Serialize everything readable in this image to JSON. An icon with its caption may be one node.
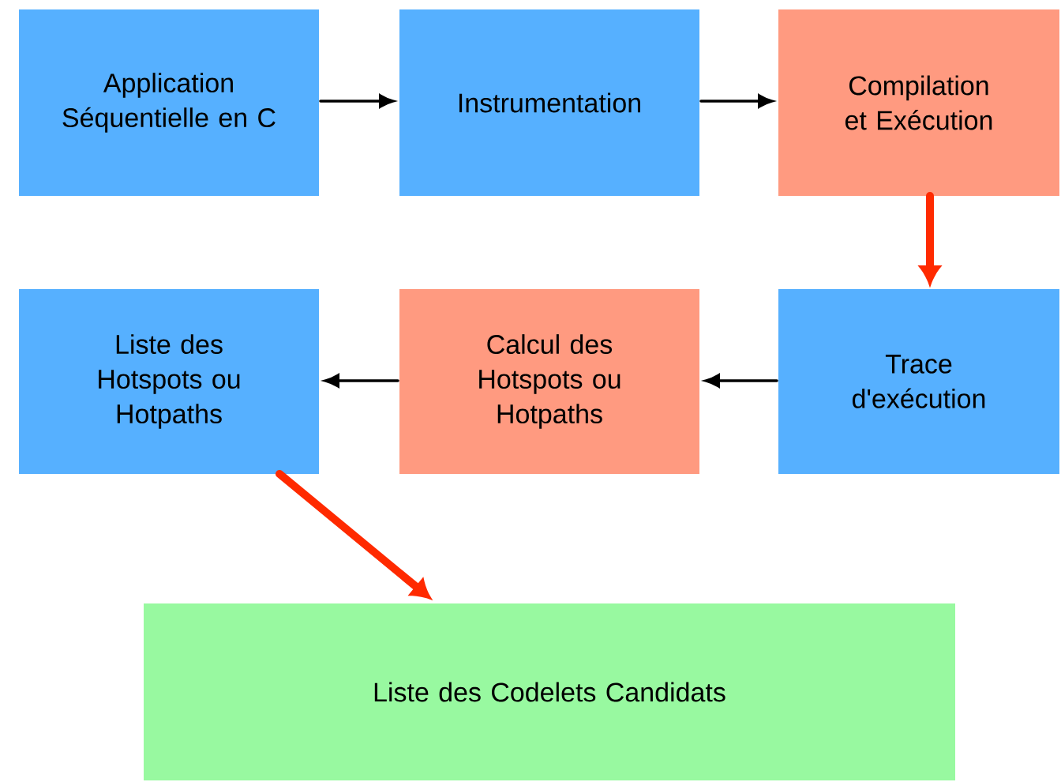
{
  "diagram": {
    "nodes": [
      {
        "text": [
          "Application Séquentielle en C"
        ]
      },
      {
        "text": [
          "Instrumentation"
        ]
      },
      {
        "text": [
          "Compilation et Exécution"
        ]
      },
      {
        "text": [
          "Trace d'exécution"
        ]
      },
      {
        "text": [
          "Calcul des Hotspots ou Hotpaths"
        ]
      },
      {
        "text": [
          "Liste des Hotspots ou Hotpaths"
        ]
      },
      {
        "text": [
          "Liste des Codelets Candidats"
        ]
      }
    ],
    "edges": [
      {
        "from": 0,
        "to": 1,
        "arrow": "to"
      },
      {
        "from": 1,
        "to": 2,
        "arrow": "to"
      },
      {
        "from": 2,
        "to": 3,
        "arrow": "to",
        "style": "thick",
        "color": "#ff2a00"
      },
      {
        "from": 3,
        "to": 4,
        "arrow": "to"
      },
      {
        "from": 4,
        "to": 5,
        "arrow": "to"
      },
      {
        "from": 5,
        "to": 6,
        "arrow": "to",
        "style": "thick",
        "color": "#ff2a00"
      }
    ]
  }
}
